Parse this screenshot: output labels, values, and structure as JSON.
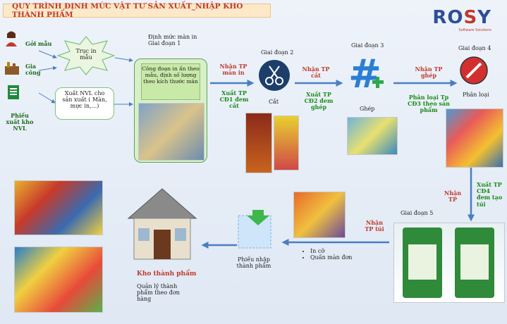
{
  "title": "QUY TRÌNH ĐỊNH MỨC VẬT TƯ SẢN XUẤT_NHẬP KHO THÀNH PHẨM",
  "brand": {
    "name_a": "RO",
    "name_b": "S",
    "name_c": "Y",
    "tagline": "Software Solutions"
  },
  "left": {
    "goi_mau": "Gởi mẫu",
    "gia_cong": "Gia công",
    "phieu_xuat": "Phiếu xuất kho NVL"
  },
  "truc_in": "Trục in mẫu",
  "xuat_nvl": "Xuất NVL cho sản xuất ( Màn, mực in,...)",
  "stage1": {
    "title": "Định mức màn in Giai đoạn 1",
    "inner": "Công đoạn in ấn theo mẫu, định số lượng theo kích thước màn"
  },
  "stage2": {
    "title": "Giai đoạn 2",
    "label": "Cắt",
    "in_top": "Nhận TP màn in",
    "in_bottom": "Xuất TP CĐ1 đem cắt"
  },
  "stage3": {
    "title": "Giai đoạn 3",
    "label": "Ghép",
    "in_top": "Nhận TP cắt",
    "in_bottom": "Xuất TP CĐ2 đem ghép"
  },
  "stage4": {
    "title": "Giai đoạn 4",
    "label": "Phân loại",
    "in_top": "Nhận TP ghép",
    "in_bottom": "Phân loại Tp CĐ3 theo sản phẩm"
  },
  "stage5": {
    "title": "Giai đoạn 5",
    "xuat": "Xuất TP CĐ4 đem tạo túi",
    "nhan": "Nhận TP",
    "nhan_tui": "Nhận TP túi"
  },
  "bullets": [
    "In cỡ",
    "Quấn màn đơn"
  ],
  "phieu_nhap": "Phiếu nhập thành phẩm",
  "kho": {
    "title": "Kho thành phẩm",
    "desc": "Quản lý thành phẩm theo đơn hàng"
  },
  "colors": {
    "accent": "#c0392b",
    "green": "#1a8a1a",
    "arrow": "#4a7fc1"
  }
}
